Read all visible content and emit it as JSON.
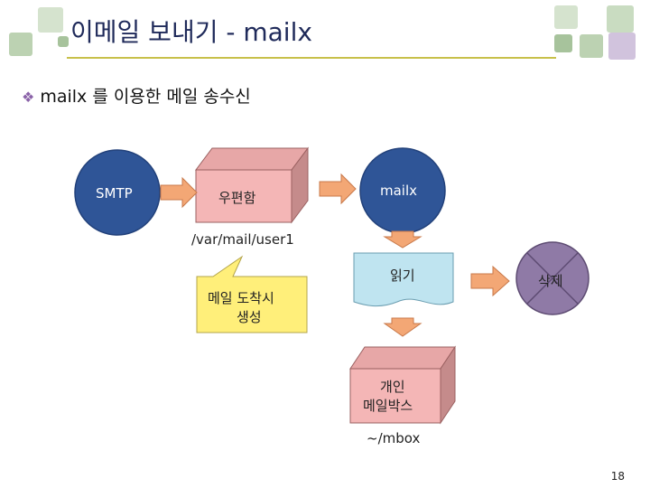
{
  "slide": {
    "title": "이메일 보내기 - mailx",
    "bullet": "mailx 를 이용한 메일 송수신",
    "page_number": "18"
  },
  "diagram": {
    "smtp": "SMTP",
    "mailbox": "우편함",
    "mailx": "mailx",
    "path_var": "/var/mail/user1",
    "callout_line1": "메일 도착시",
    "callout_line2": "생성",
    "read": "읽기",
    "delete": "삭제",
    "personal_line1": "개인",
    "personal_line2": "메일박스",
    "path_mbox": "~/mbox"
  },
  "colors": {
    "deco_green": "#c9dcc1",
    "deco_green_dark": "#a7c39c",
    "deco_lavender": "#d1c3dd",
    "title": "#1f2a5a",
    "rule": "#c8c04a",
    "bullet": "#8a62a8",
    "circle_fill": "#2f5597",
    "box_front": "#f4b6b6",
    "box_side": "#c58b8b",
    "arrow": "#f3a775",
    "callout": "#ffef7a",
    "document": "#bfe4f0",
    "delete_fill": "#8f7aa6"
  }
}
